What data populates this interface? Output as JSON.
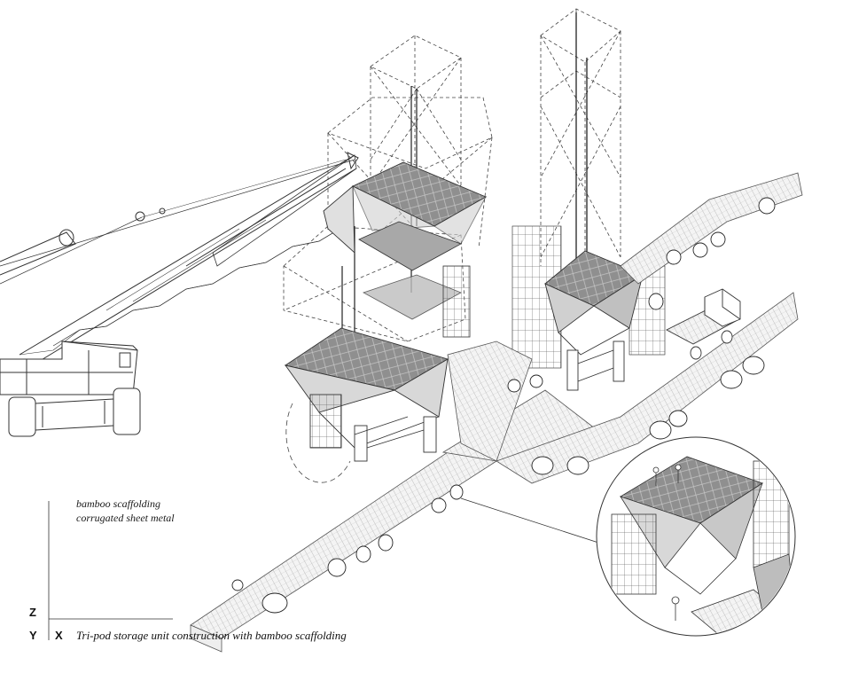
{
  "legend": {
    "items": [
      "bamboo scaffolding",
      "corrugated sheet metal"
    ]
  },
  "axes": {
    "z": "Z",
    "y": "Y",
    "x": "X"
  },
  "caption": "Tri-pod storage unit construction with bamboo scaffolding",
  "colors": {
    "line": "#333333",
    "fill": "#9a9a9a",
    "background": "#ffffff"
  }
}
